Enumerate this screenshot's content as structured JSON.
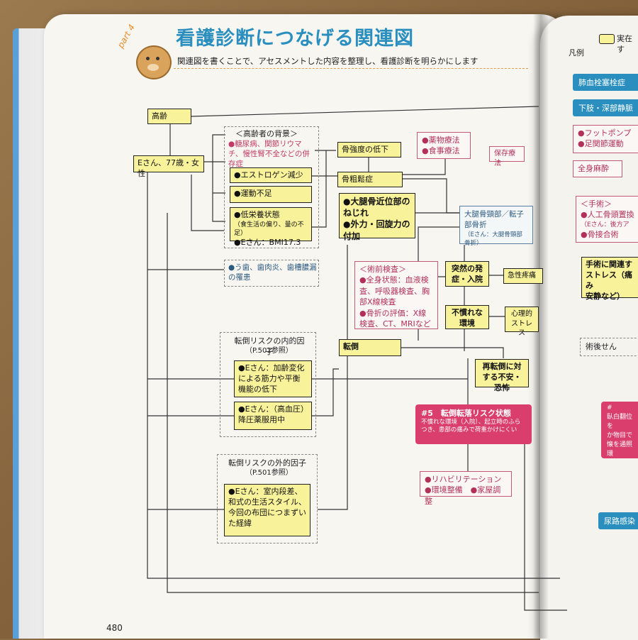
{
  "page": {
    "part_label": "part 4",
    "title": "看護診断につなげる関連図",
    "subtitle": "関連図を書くことで、アセスメントした内容を整理し、看護診断を明らかにします",
    "page_number": "480"
  },
  "nodes": {
    "kourei": "高齢",
    "patient": "Eさん、77歳・女性",
    "background_title": "＜高齢者の背景＞",
    "background_item": "●糖尿病、関節リウマチ、慢性腎不全などの併存症",
    "estrogen": "●エストロゲン減少",
    "undou": "●運動不足",
    "eiyou1": "●低栄養状態",
    "eiyou2": "（食生活の偏り、量の不足）",
    "bmi": "●Eさん：BMI17.3",
    "oral": "●う歯、歯肉炎、歯槽膿漏の罹患",
    "bone_strength": "骨強度の低下",
    "osteo": "骨粗鬆症",
    "med1": "●薬物療法",
    "med2": "●食事療法",
    "femur1": "●大腿骨近位部のねじれ",
    "femur2": "●外力・回旋力の付加",
    "fracture1": "大腿骨頸部／転子部骨折",
    "fracture2": "（Eさん：大腿骨頸部骨折）",
    "preop_title": "＜術前検査＞",
    "preop1": "●全身状態：血液検査、呼吸器検査、胸部X線検査",
    "preop2": "●骨折の評価：X線検査、CT、MRIなど",
    "onset": "突然の発症・入院",
    "pain": "急性疼痛",
    "unfamiliar": "不慣れな環境",
    "stress": "心理的ストレス",
    "fall": "転倒",
    "fear": "再転倒に対する不安・恐怖",
    "internal_title": "転倒リスクの内的因子",
    "internal_ref": "（P.501参照）",
    "internal1": "●Eさん：加齢変化による筋力や平衡機能の低下",
    "internal2": "●Eさん：（高血圧）降圧薬服用中",
    "external_title": "転倒リスクの外的因子",
    "external_ref": "（P.501参照）",
    "external1": "●Eさん：室内段差、和式の生活スタイル、今回の布団につまずいた経緯",
    "diag_title": "#5　転倒転落リスク状態",
    "diag_desc": "不慣れな環境（入院）、起立時のふらつき、患部の痛みで荷重かけにくい",
    "rehab1": "●リハビリテーション",
    "rehab2": "●環境整備　●家屋調整",
    "conservative": "保存療法"
  },
  "right_page": {
    "legend_label": "凡例",
    "legend_item": "実在す",
    "pe": "肺血栓塞栓症",
    "dvt": "下肢・深部静脈",
    "foot1": "●フットポンプ",
    "foot2": "●足関節運動",
    "anesthesia": "全身麻酔",
    "surgery_title": "＜手術＞",
    "surgery1": "●人工骨頭置換",
    "surgery2": "（Eさん：後方ア",
    "surgery3": "●骨接合術",
    "related1": "手術に関連す",
    "related2": "ストレス（痛み",
    "related3": "安静など）",
    "postop": "術後せん",
    "diag_frag1": "#",
    "diag_frag2": "臥白翻位を",
    "diag_frag3": "か物目で",
    "diag_frag4": "懐を通照環",
    "uti": "尿路感染"
  },
  "colors": {
    "title_blue": "#2a8fbf",
    "node_yellow": "#f8f29a",
    "pink": "#d93e6d",
    "orange": "#e39a4a"
  }
}
